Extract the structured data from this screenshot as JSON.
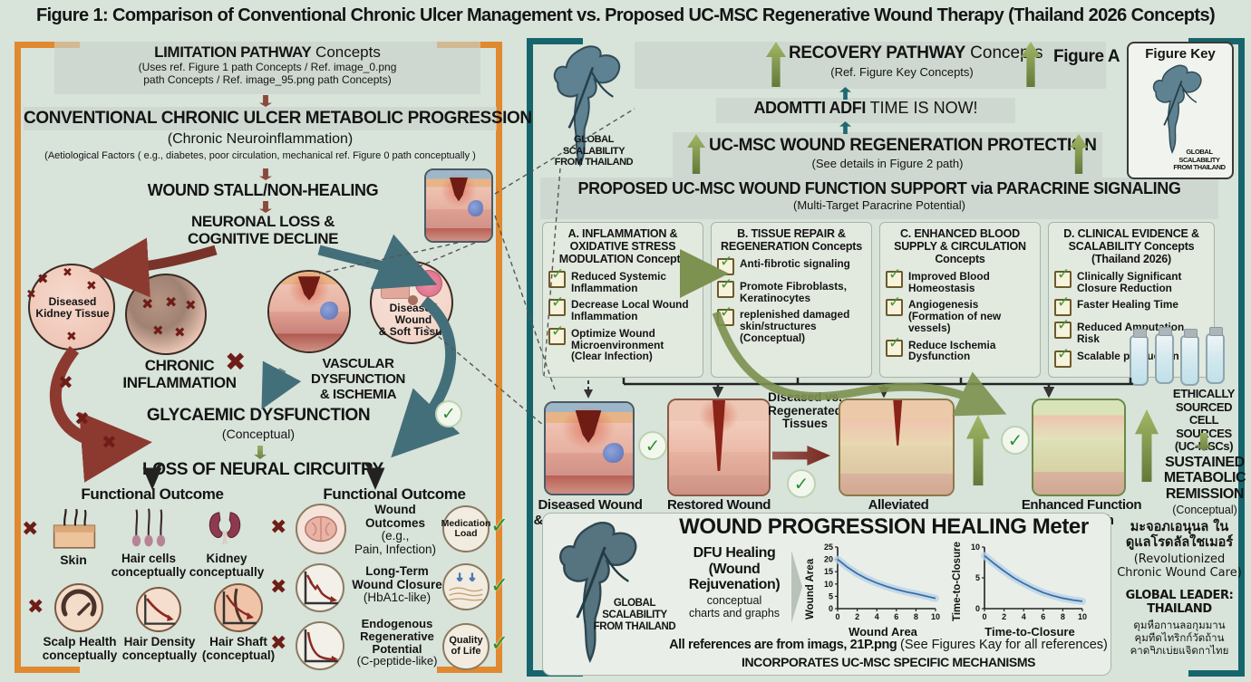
{
  "title": "Figure 1: Comparison of Conventional Chronic Ulcer Management vs. Proposed UC-MSC Regenerative Wound Therapy (Thailand 2026 Concepts)",
  "colors": {
    "page_bg": "#d8e3da",
    "left_accent": "#e0892f",
    "right_accent": "#16656c",
    "check_green": "#2f8f2f",
    "arrow_olive": "#7d9150",
    "dark_red": "#7a2d24",
    "chart_line": "#3a6ea5",
    "chart_band": "#b9d2e8"
  },
  "left": {
    "header_bold": "LIMITATION PATHWAY",
    "header_rest": " Concepts",
    "header_sub": "(Uses ref. Figure 1 path Concepts / Ref. image_0.png\npath Concepts / Ref. image_95.png path Concepts)",
    "prog_title": "CONVENTIONAL CHRONIC ULCER METABOLIC PROGRESSION",
    "prog_sub": "(Chronic Neuroinflammation)",
    "prog_note": "(Aetiological Factors ( e.g., diabetes, poor circulation, mechanical ref. Figure 0 path conceptually )",
    "step1": "WOUND STALL/NON-HEALING",
    "step2": "NEURONAL LOSS &\nCOGNITIVE DECLINE",
    "kidney_label": "Diseased\nKidney Tissue",
    "soft_label": "Diseased Wound\n& Soft Tissue",
    "chronic": "CHRONIC\nINFLAMMATION",
    "vascular": "VASCULAR DYSFUNCTION\n& ISCHEMIA",
    "glyc_title": "GLYCAEMIC DYSFUNCTION",
    "glyc_sub": "(Conceptual)",
    "loss": "LOSS OF NEURAL CIRCUITRY",
    "outcome_title_left": "Functional Outcome",
    "outcome_title_right": "Functional Outcome",
    "row1": [
      {
        "label": "Skin"
      },
      {
        "label": "Hair cells\nconceptually"
      },
      {
        "label": "Kidney\nconceptually"
      }
    ],
    "row2": [
      {
        "label": "Scalp Health\nconceptually"
      },
      {
        "label": "Hair Density\nconceptually"
      },
      {
        "label": "Hair Shaft\n(conceptual)"
      }
    ],
    "right_items": [
      {
        "bold": "Wound\nOutcomes ",
        "rest": "(e.g.,\nPain, Infection)",
        "badge": "Medication\nLoad"
      },
      {
        "bold": "Long-Term\nWound Closure",
        "rest": "(HbA1c-like)",
        "badge": ""
      },
      {
        "bold": "Endogenous\nRegenerative\nPotential",
        "rest": "(C-peptide-like)",
        "badge": "Quality\nof Life"
      }
    ]
  },
  "right": {
    "map_label": "GLOBAL\nSCALABILITY\nFROM THAILAND",
    "recovery_bold": "RECOVERY PATHWAY",
    "recovery_rest": " Concepts",
    "recovery_sub": "(Ref. Figure Key Concepts)",
    "figure_a": "Figure A",
    "figure_key": "Figure Key",
    "adom_bold": "ADOMTTI ADFI ",
    "adom_rest": "TIME IS NOW!",
    "ucmsc_title": "UC-MSC WOUND REGENERATION PROTECTION",
    "ucmsc_sub": "(See details in Figure 2 path)",
    "proposed_title": "PROPOSED UC-MSC WOUND FUNCTION SUPPORT via PARACRINE SIGNALING",
    "proposed_sub": "(Multi-Target Paracrine Potential)",
    "columns": [
      {
        "title": "A. INFLAMMATION &\nOXIDATIVE STRESS\nMODULATION Concepts",
        "items": [
          "Reduced Systemic\nInflammation",
          "Decrease Local Wound\nInflammation",
          "Optimize Wound\nMicroenvironment\n(Clear Infection)"
        ]
      },
      {
        "title": "B. TISSUE REPAIR &\nREGENERATION Concepts",
        "items": [
          "Anti-fibrotic signaling",
          "Promote Fibroblasts,\nKeratinocytes",
          "replenished damaged\nskin/structures\n(Conceptual)"
        ]
      },
      {
        "title": "C. ENHANCED BLOOD\nSUPPLY & CIRCULATION\nConcepts",
        "items": [
          "Improved Blood\nHomeostasis",
          "Angiogenesis\n(Formation of new\nvessels)",
          "Reduce Ischemia\nDysfunction"
        ]
      },
      {
        "title": "D. CLINICAL EVIDENCE &\nSCALABILITY Concepts\n(Thailand 2026)",
        "items": [
          "Clinically Significant\nClosure Reduction",
          "Faster Healing Time",
          "Reduced Amputation Risk",
          "Scalable production"
        ]
      }
    ],
    "wound_row": {
      "img1_label": "Diseased Wound\n& Neuronal Tissue",
      "img2_label": "Restored Wound\nHealth",
      "vs_label": "Diseased vs.\nRegenerated\nTissues",
      "img3_label": "Alleviated\nInflammation & Scarring",
      "img4_label": "Enhanced Function\n& strength"
    },
    "ethical": "ETHICALLY SOURCED\nCELL SOURCES\n(UC-MSCs)",
    "sustained": "SUSTAINED\nMETABOLIC\nREMISSION",
    "sustained_sub": "(Conceptual)",
    "meter": {
      "title": "WOUND PROGRESSION HEALING Meter",
      "dfu_bold": "DFU Healing\n(Wound\nRejuvenation)",
      "dfu_rest": "conceptual\ncharts and graphs",
      "refs_bold": "All references are from imags, 21P.png ",
      "refs_rest": "(See Figures Kay for all references)",
      "mechanisms": "INCORPORATES UC-MSC SPECIFIC MECHANISMS"
    },
    "thai_block": {
      "thai_title": "มะจอภเอนุนล ใน\nดูแลโรดลัลใชเมอร์",
      "thai_sub": "(Revolutionized\nChronic Wound Care)",
      "leader": "GLOBAL LEADER:\nTHAILAND",
      "thai_small": "ดุมหือกานลอกุมมาน\nคุมทีดไทริกก์วัดถ้าน\nคาดฯิภเบ่ยแจิดกาไทย"
    }
  },
  "chart_data": [
    {
      "type": "line",
      "title": "DFU Healing (Wound Rejuvenation) - Wound Area",
      "xlabel": "Wound Area",
      "ylabel": "Wound Area",
      "x": [
        0,
        1,
        2,
        3,
        4,
        5,
        6,
        7,
        8,
        9,
        10
      ],
      "values": [
        20,
        16.8,
        14.2,
        12.1,
        10.4,
        9.0,
        7.8,
        6.8,
        6.0,
        5.1,
        4.2
      ],
      "xlim": [
        0,
        10
      ],
      "ylim": [
        0,
        25
      ],
      "xticks": [
        0,
        2,
        4,
        6,
        8,
        10
      ],
      "yticks": [
        0,
        5,
        10,
        15,
        20,
        25
      ],
      "line_color": "#3a6ea5",
      "band_color": "#b9d2e8",
      "grid": false,
      "legend": "none"
    },
    {
      "type": "line",
      "title": "DFU Healing (Wound Rejuvenation) - Time-to-Closure",
      "xlabel": "Time-to-Closure",
      "ylabel": "Time-to-Closure",
      "x": [
        0,
        1,
        2,
        3,
        4,
        5,
        6,
        7,
        8,
        9,
        10
      ],
      "values": [
        8.6,
        7.3,
        6.1,
        5.0,
        4.1,
        3.3,
        2.6,
        2.1,
        1.7,
        1.4,
        1.2
      ],
      "xlim": [
        0,
        10
      ],
      "ylim": [
        0,
        10
      ],
      "xticks": [
        0,
        2,
        4,
        6,
        8,
        10
      ],
      "yticks": [
        0,
        5,
        10
      ],
      "line_color": "#3a6ea5",
      "band_color": "#b9d2e8",
      "grid": false,
      "legend": "none"
    }
  ]
}
